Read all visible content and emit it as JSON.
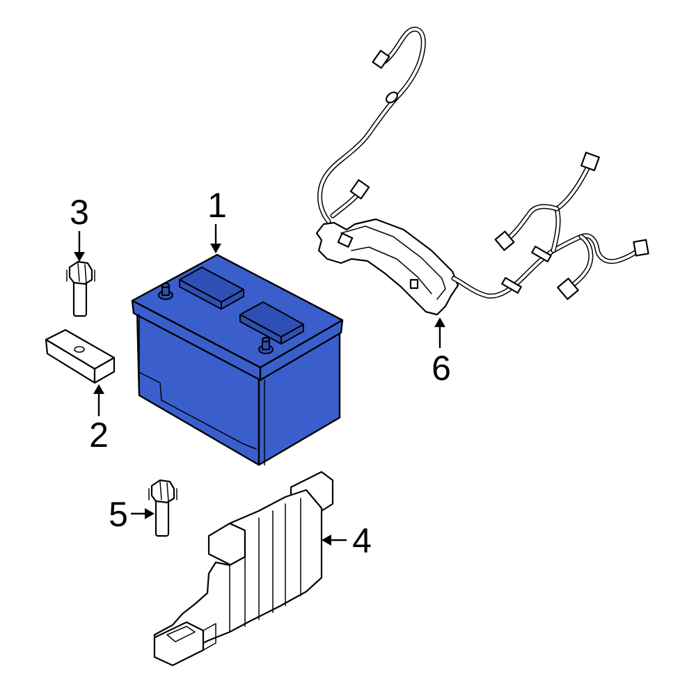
{
  "highlight_color": "#3a5fcd",
  "callouts": {
    "battery": "1",
    "hold_down": "2",
    "bolt_upper": "3",
    "tray": "4",
    "bolt_lower": "5",
    "cable": "6"
  },
  "parts": [
    {
      "number": "1",
      "icon": "battery-icon",
      "highlighted": true
    },
    {
      "number": "2",
      "icon": "hold-down-clamp-icon",
      "highlighted": false
    },
    {
      "number": "3",
      "icon": "bolt-icon",
      "highlighted": false
    },
    {
      "number": "4",
      "icon": "battery-tray-icon",
      "highlighted": false
    },
    {
      "number": "5",
      "icon": "bolt-icon",
      "highlighted": false
    },
    {
      "number": "6",
      "icon": "cable-harness-icon",
      "highlighted": false
    }
  ]
}
